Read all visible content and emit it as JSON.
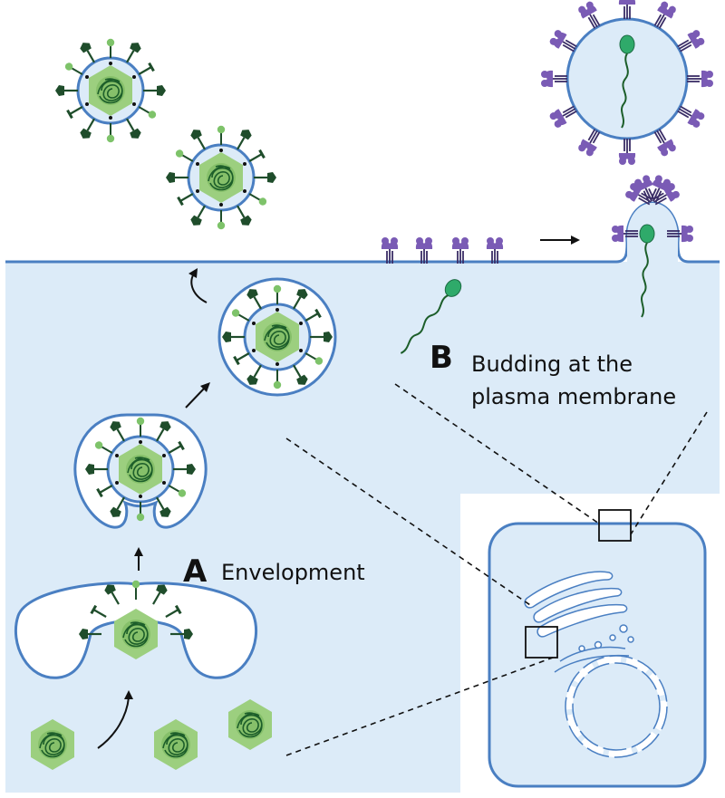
{
  "labels": {
    "a_letter": "A",
    "a_text": "Envelopment",
    "b_letter": "B",
    "b_text_line1": "Budding at the",
    "b_text_line2": "plasma membrane"
  },
  "colors": {
    "cytoplasm": "#dcebf8",
    "membrane": "#4a7fc2",
    "capsid_fill": "#9ccf7f",
    "capsid_inner": "#6aaf4b",
    "genome": "#1c5e2a",
    "spike_dark": "#1f4d2b",
    "spike_light": "#7ec36a",
    "spike_purple": "#7a5bb5",
    "nucleocapsid": "#2faa6a",
    "black": "#111111"
  },
  "icons": {
    "enveloped_herpes_virion": "herpesvirus-virion-icon",
    "naked_capsid": "hexagonal-capsid-icon",
    "purple_spike_virion": "enveloped-virion-icon",
    "glycoprotein_spike": "glycoprotein-spike-icon",
    "cell_overview": "cell-overview-icon",
    "golgi": "golgi-apparatus-icon",
    "nucleus": "nucleus-icon"
  }
}
